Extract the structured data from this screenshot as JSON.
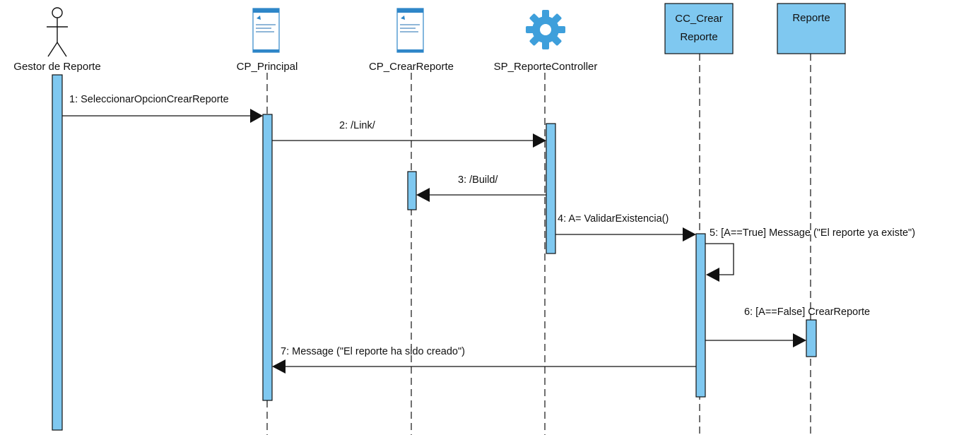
{
  "diagram": {
    "type": "uml-sequence",
    "colors": {
      "activation_fill": "#7FC8F0",
      "object_fill": "#7FC8F0",
      "line": "#111111",
      "gear": "#3E9FDB",
      "actor_stroke": "#111111"
    },
    "lifelines": [
      {
        "id": "gestor",
        "label": "Gestor de Reporte",
        "kind": "actor"
      },
      {
        "id": "cp_principal",
        "label": "CP_Principal",
        "kind": "client-page",
        "icon": "web-page-icon"
      },
      {
        "id": "cp_crear",
        "label": "CP_CrearReporte",
        "kind": "client-page",
        "icon": "web-page-icon"
      },
      {
        "id": "sp_controller",
        "label": "SP_ReporteController",
        "kind": "server-page",
        "icon": "gear-icon"
      },
      {
        "id": "cc_crear",
        "label_lines": [
          "CC_Crear",
          "Reporte"
        ],
        "kind": "class-box"
      },
      {
        "id": "reporte",
        "label_lines": [
          "Reporte"
        ],
        "kind": "class-box"
      }
    ],
    "messages": [
      {
        "from": "gestor",
        "to": "cp_principal",
        "label": "1: SeleccionarOpcionCrearReporte"
      },
      {
        "from": "cp_principal",
        "to": "sp_controller",
        "label": "2: /Link/"
      },
      {
        "from": "sp_controller",
        "to": "cp_crear",
        "label": "3: /Build/"
      },
      {
        "from": "sp_controller",
        "to": "cc_crear",
        "label": "4: A= ValidarExistencia()"
      },
      {
        "from": "cc_crear",
        "to": "cc_crear",
        "label": "5: [A==True] Message (\"El reporte ya existe\")"
      },
      {
        "from": "cc_crear",
        "to": "reporte",
        "label": "6: [A==False] CrearReporte"
      },
      {
        "from": "cc_crear",
        "to": "cp_principal",
        "label": "7: Message (\"El reporte ha sido creado\")"
      }
    ]
  }
}
